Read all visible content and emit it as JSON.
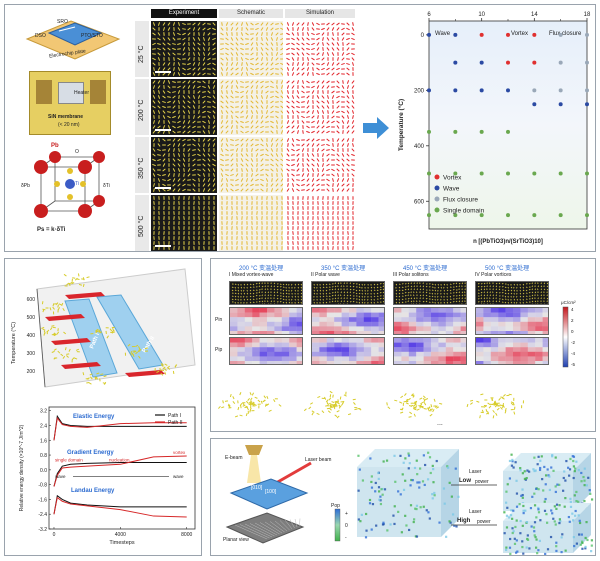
{
  "top": {
    "sample_labels": {
      "dso": "DSO",
      "sro": "SRO",
      "layer": "PTO/STO",
      "substrate": "Electrochip plate",
      "heater": "Heater",
      "membrane": "SiN membrane",
      "membrane_note": "(< 20 nm)"
    },
    "crystal": {
      "pb": "Pb",
      "ti": "Ti",
      "o": "O",
      "dpb": "δPb",
      "dti": "δTi",
      "formula": "Ps = k·δTi"
    },
    "grid_headers": [
      "Experiment",
      "Schematic",
      "Simulation"
    ],
    "temperatures": [
      "25 °C",
      "200 °C",
      "350 °C",
      "500 °C"
    ]
  },
  "phase": {
    "title_axis_y": "Temperature (°C)",
    "title_axis_x": "n [(PbTiO3)n/(SrTiO3)10]",
    "region_labels": [
      "Wave",
      "Vortex",
      "Flux closure"
    ],
    "legend": [
      {
        "label": "Vortex",
        "color": "#e0302f"
      },
      {
        "label": "Wave",
        "color": "#2b4aa3"
      },
      {
        "label": "Flux closure",
        "color": "#9aa8b8"
      },
      {
        "label": "Single domain",
        "color": "#6aa84f"
      }
    ],
    "chart_data": {
      "type": "scatter",
      "xlabel": "n [(PbTiO3)n/(SrTiO3)10]",
      "ylabel": "Temperature (°C)",
      "xlim": [
        6,
        18
      ],
      "ylim": [
        700,
        -50
      ],
      "xticks": [
        6,
        10,
        14,
        18
      ],
      "xticks_minor": [
        8,
        12,
        16
      ],
      "yticks": [
        0,
        200,
        400,
        600
      ],
      "series": [
        {
          "name": "Vortex",
          "points": [
            [
              10,
              0
            ],
            [
              12,
              0
            ],
            [
              14,
              0
            ],
            [
              12,
              100
            ],
            [
              14,
              100
            ]
          ]
        },
        {
          "name": "Wave",
          "points": [
            [
              6,
              0
            ],
            [
              8,
              0
            ],
            [
              8,
              100
            ],
            [
              10,
              100
            ],
            [
              6,
              200
            ],
            [
              8,
              200
            ],
            [
              10,
              200
            ],
            [
              12,
              200
            ],
            [
              14,
              250
            ],
            [
              16,
              250
            ],
            [
              18,
              250
            ]
          ]
        },
        {
          "name": "Flux closure",
          "points": [
            [
              16,
              0
            ],
            [
              18,
              0
            ],
            [
              16,
              100
            ],
            [
              18,
              100
            ],
            [
              14,
              200
            ],
            [
              16,
              200
            ],
            [
              18,
              200
            ]
          ]
        },
        {
          "name": "Single domain",
          "points": [
            [
              6,
              350
            ],
            [
              8,
              350
            ],
            [
              10,
              350
            ],
            [
              12,
              350
            ],
            [
              6,
              500
            ],
            [
              8,
              500
            ],
            [
              10,
              500
            ],
            [
              12,
              500
            ],
            [
              14,
              500
            ],
            [
              16,
              500
            ],
            [
              18,
              500
            ],
            [
              6,
              650
            ],
            [
              8,
              650
            ],
            [
              10,
              650
            ],
            [
              12,
              650
            ],
            [
              14,
              650
            ],
            [
              16,
              650
            ],
            [
              18,
              650
            ]
          ]
        }
      ]
    }
  },
  "left_bottom": {
    "temp_axis": "Temperature (°C)",
    "temp_ticks": [
      "600",
      "500",
      "400",
      "300",
      "200"
    ],
    "path_labels": [
      "Path I",
      "Path II"
    ],
    "energy_chart": {
      "ylabel": "Relative energy density (×10^-7 J/m^2)",
      "xlabel": "Timesteps",
      "legend": [
        "Path I",
        "Path II"
      ],
      "labels": {
        "elastic": "Elastic Energy",
        "gradient": "Gradient Energy",
        "landau": "Landau Energy",
        "single": "single domain",
        "nucleation": "nucleation",
        "vortex": "vortex",
        "wave": "wave",
        "wave2": "wave"
      },
      "chart_data": {
        "type": "line",
        "xlim": [
          -300,
          8500
        ],
        "ylim": [
          -3.2,
          3.4
        ],
        "xticks": [
          0,
          4000,
          8000
        ],
        "yticks": [
          -3.2,
          -2.4,
          -1.6,
          -0.8,
          0.0,
          0.8,
          1.6,
          2.4,
          3.2
        ],
        "series": [
          {
            "name": "Path I",
            "color": "#111111",
            "x": [
              0,
              200,
              500,
              1000,
              2000,
              4000,
              6000,
              8000
            ],
            "elastic": [
              1.6,
              2.9,
              2.5,
              2.4,
              2.35,
              2.35,
              2.35,
              2.35
            ],
            "gradient": [
              -0.9,
              -0.2,
              0.2,
              0.3,
              0.35,
              0.4,
              0.4,
              0.4
            ],
            "landau": [
              -2.4,
              -1.4,
              -1.6,
              -1.8,
              -1.9,
              -2.0,
              -2.0,
              -2.0
            ]
          },
          {
            "name": "Path II",
            "color": "#d62728",
            "x": [
              0,
              200,
              500,
              1000,
              2000,
              4000,
              6000,
              8000
            ],
            "elastic": [
              1.6,
              2.8,
              2.45,
              2.35,
              2.3,
              2.5,
              2.55,
              2.55
            ],
            "gradient": [
              -0.9,
              -0.3,
              0.1,
              0.15,
              0.2,
              0.3,
              0.7,
              0.75
            ],
            "landau": [
              -2.4,
              -1.5,
              -1.7,
              -1.85,
              -1.95,
              -2.15,
              -2.5,
              -2.55
            ]
          }
        ]
      }
    }
  },
  "right_mid": {
    "columns": [
      {
        "temp": "200 °C 变温处理",
        "roman": "I",
        "name": "Mixed vortex-wave"
      },
      {
        "temp": "350 °C 变温处理",
        "roman": "II",
        "name": "Polar wave"
      },
      {
        "temp": "450 °C 变温处理",
        "roman": "III",
        "name": "Polar solitons"
      },
      {
        "temp": "500 °C 变温处理",
        "roman": "IV",
        "name": "Polar vortices"
      }
    ],
    "row_labels": [
      "Pin",
      "Pip"
    ],
    "colorbar": {
      "unit": "μC/cm²",
      "ticks": [
        "4",
        "2",
        "0",
        "-2",
        "-4",
        "-5"
      ]
    },
    "ellipsis": "..."
  },
  "right_bottom": {
    "ebeam": "E-beam",
    "laser": "Laser beam",
    "planar": "Planar view",
    "dirs": [
      "[010]",
      "[100]"
    ],
    "colorbar": {
      "label": "Pop",
      "top": "+",
      "mid": "0",
      "bottom": "-"
    },
    "low": {
      "line1": "Laser",
      "bold": "Low",
      "line2": "power"
    },
    "high": {
      "line1": "Laser",
      "bold": "High",
      "line2": "power"
    }
  }
}
